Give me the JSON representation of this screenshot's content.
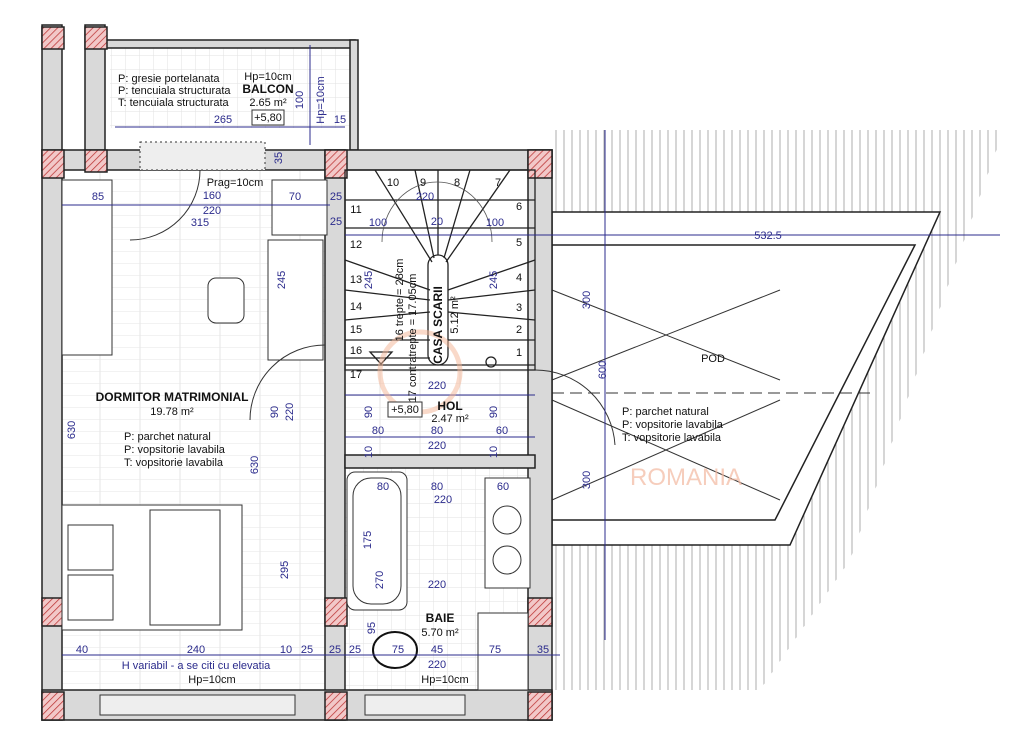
{
  "balcony": {
    "title": "BALCON",
    "area": "2.65 m²",
    "hp": "Hp=10cm",
    "finish": [
      "P: gresie portelanata",
      "P: tencuiala structurata",
      "T: tencuiala structurata"
    ],
    "level": "+5,80",
    "hp_vertical": "Hp=10cm"
  },
  "bedroom": {
    "title": "DORMITOR MATRIMONIAL",
    "area": "19.78 m²",
    "finish": [
      "P: parchet natural",
      "P: vopsitorie lavabila",
      "T: vopsitorie lavabila"
    ],
    "threshold": "Prag=10cm",
    "note": "H variabil - a se citi cu elevatia",
    "hp": "Hp=10cm"
  },
  "stairs": {
    "title": "CASA SCARII",
    "area": "5.12 m²",
    "treads": "16 trepte = 28cm",
    "risers": "17 contratrepte = 17.05cm",
    "steps": [
      "1",
      "2",
      "3",
      "4",
      "5",
      "6",
      "7",
      "8",
      "9",
      "10",
      "11",
      "12",
      "13",
      "14",
      "15",
      "16",
      "17"
    ]
  },
  "hall": {
    "title": "HOL",
    "area": "2.47 m²",
    "level": "+5,80"
  },
  "bath": {
    "title": "BAIE",
    "area": "5.70 m²",
    "hp": "Hp=10cm"
  },
  "attic": {
    "title": "POD",
    "finish": [
      "P: parchet natural",
      "P: vopsitorie lavabila",
      "T: vopsitorie lavabila"
    ]
  },
  "watermark": "ROMANIA",
  "dimensions": [
    "265",
    "100",
    "15",
    "35",
    "85",
    "160",
    "220",
    "315",
    "70",
    "25",
    "25",
    "100",
    "220",
    "20",
    "100",
    "532.5",
    "245",
    "245",
    "245",
    "300",
    "600",
    "300",
    "220",
    "90",
    "90",
    "80",
    "80",
    "60",
    "220",
    "10",
    "10",
    "80",
    "80",
    "60",
    "220",
    "175",
    "270",
    "220",
    "95",
    "75",
    "45",
    "75",
    "35",
    "25",
    "25",
    "10",
    "25",
    "40",
    "240",
    "220",
    "90",
    "220",
    "630",
    "630",
    "295"
  ]
}
